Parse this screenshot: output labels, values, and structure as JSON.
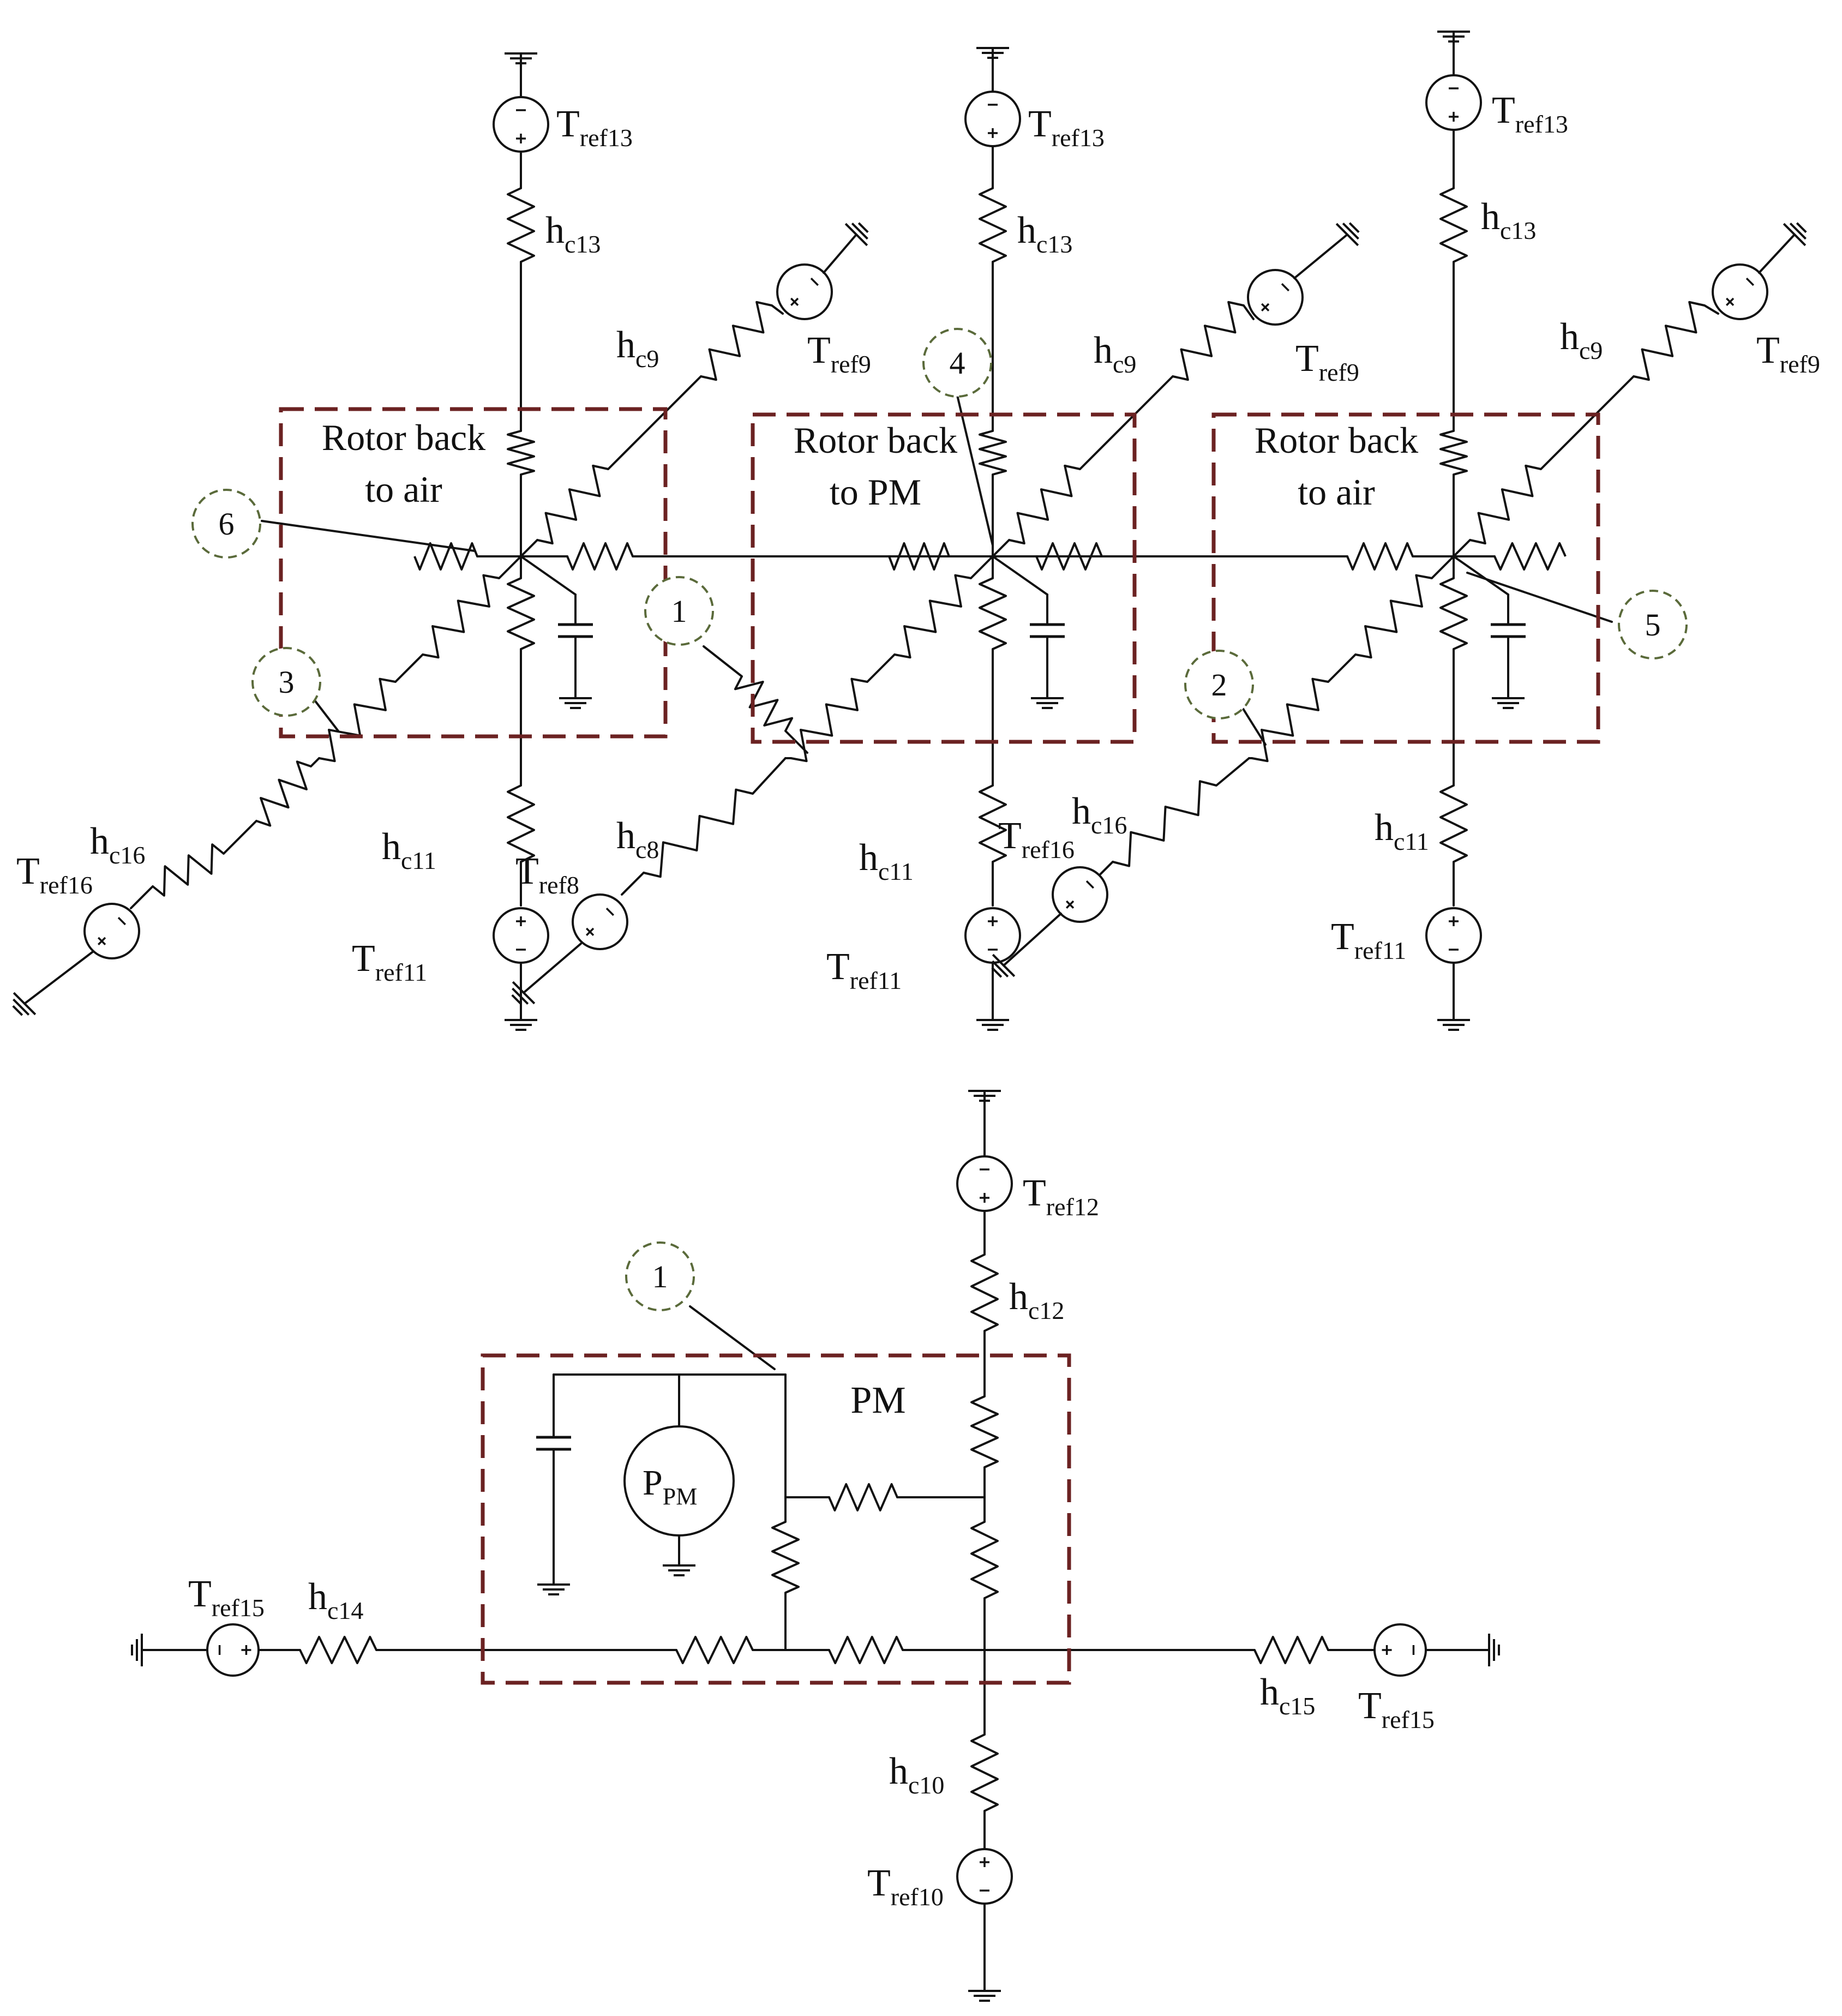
{
  "colors": {
    "wire": "#111111",
    "block_border": "#6b2222",
    "node_marker": "#5a6a3a"
  },
  "blocks": {
    "block1_line1": "Rotor back",
    "block1_line2": "to air",
    "block2_line1": "Rotor back",
    "block2_line2": "to PM",
    "block3_line1": "Rotor back",
    "block3_line2": "to air",
    "pm": "PM"
  },
  "node_markers": {
    "m6": "6",
    "m3": "3",
    "m1_top": "1",
    "m4": "4",
    "m2": "2",
    "m5": "5",
    "m1_bottom": "1"
  },
  "labels": {
    "t1_ref13": {
      "main": "T",
      "sub": "ref13"
    },
    "t1_hc13": {
      "main": "h",
      "sub": "c13"
    },
    "t1_hc9": {
      "main": "h",
      "sub": "c9"
    },
    "t1_ref9": {
      "main": "T",
      "sub": "ref9"
    },
    "t1_hc16": {
      "main": "h",
      "sub": "c16"
    },
    "t1_ref16": {
      "main": "T",
      "sub": "ref16"
    },
    "t1_hc11": {
      "main": "h",
      "sub": "c11"
    },
    "t1_ref11": {
      "main": "T",
      "sub": "ref11"
    },
    "t2_hc8": {
      "main": "h",
      "sub": "c8"
    },
    "t2_ref8": {
      "main": "T",
      "sub": "ref8"
    },
    "t2_ref13": {
      "main": "T",
      "sub": "ref13"
    },
    "t2_hc13": {
      "main": "h",
      "sub": "c13"
    },
    "t2_hc9": {
      "main": "h",
      "sub": "c9"
    },
    "t2_ref9": {
      "main": "T",
      "sub": "ref9"
    },
    "t2_hc11": {
      "main": "h",
      "sub": "c11"
    },
    "t2_ref11": {
      "main": "T",
      "sub": "ref11"
    },
    "t2_ref16": {
      "main": "T",
      "sub": "ref16"
    },
    "t3_hc16": {
      "main": "h",
      "sub": "c16"
    },
    "t3_ref13": {
      "main": "T",
      "sub": "ref13"
    },
    "t3_hc13": {
      "main": "h",
      "sub": "c13"
    },
    "t3_hc9": {
      "main": "h",
      "sub": "c9"
    },
    "t3_ref9": {
      "main": "T",
      "sub": "ref9"
    },
    "t3_hc11": {
      "main": "h",
      "sub": "c11"
    },
    "t3_ref11": {
      "main": "T",
      "sub": "ref11"
    },
    "b_ref12": {
      "main": "T",
      "sub": "ref12"
    },
    "b_hc12": {
      "main": "h",
      "sub": "c12"
    },
    "b_ppm": {
      "main": "P",
      "sub": "PM"
    },
    "b_ref15_left": {
      "main": "T",
      "sub": "ref15"
    },
    "b_hc14": {
      "main": "h",
      "sub": "c14"
    },
    "b_hc15": {
      "main": "h",
      "sub": "c15"
    },
    "b_ref15_right": {
      "main": "T",
      "sub": "ref15"
    },
    "b_hc10": {
      "main": "h",
      "sub": "c10"
    },
    "b_ref10": {
      "main": "T",
      "sub": "ref10"
    }
  }
}
